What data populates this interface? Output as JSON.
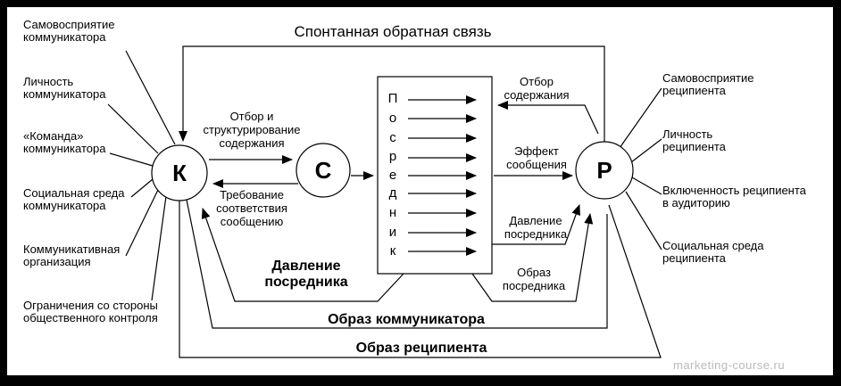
{
  "title": "Спонтанная обратная связь",
  "nodes": {
    "communicator": "К",
    "message": "С",
    "recipient": "Р"
  },
  "mediator": {
    "letters": [
      "П",
      "о",
      "с",
      "р",
      "е",
      "д",
      "н",
      "и",
      "к"
    ]
  },
  "left_labels": [
    "Самовосприятие\nкоммуникатора",
    "Личность\nкоммуникатора",
    "«Команда»\nкоммуникатора",
    "Социальная среда\nкоммуникатора",
    "Коммуникативная\nорганизация",
    "Ограничения со стороны\nобщественного контроля"
  ],
  "right_labels": [
    "Самовосприятие\nреципиента",
    "Личность\nреципиента",
    "Включенность реципиента\nв аудиторию",
    "Социальная среда\nреципиента"
  ],
  "flow_labels": {
    "selection_structuring": "Отбор и\nструктурирование\nсодержания",
    "requirement": "Требование\nсоответствия\nсообщению",
    "content_selection": "Отбор\nсодержания",
    "message_effect": "Эффект\nсообщения",
    "mediator_pressure_right": "Давление\nпосредника",
    "mediator_image": "Образ\nпосредника",
    "mediator_pressure_left": "Давление\nпосредника",
    "communicator_image": "Образ коммуникатора",
    "recipient_image": "Образ реципиента"
  },
  "watermark": "marketing-course.ru",
  "colors": {
    "line": "#000000",
    "background": "#ffffff",
    "frame": "#000000",
    "watermark": "#b9b9b9"
  }
}
